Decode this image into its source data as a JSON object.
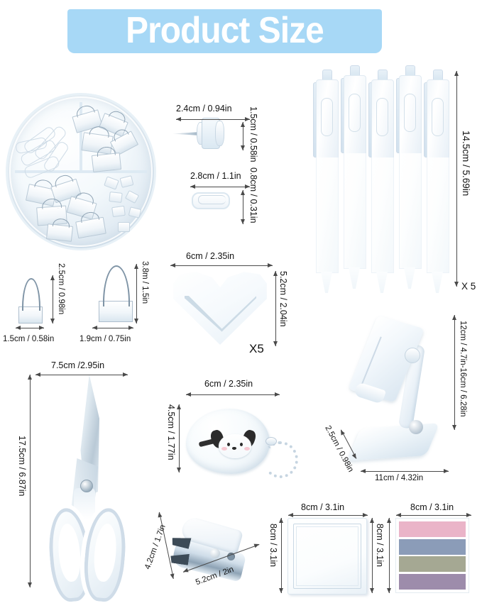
{
  "header": {
    "title": "Product Size",
    "banner_color": "#a7d8f6",
    "title_color": "#ffffff"
  },
  "products": {
    "organizer": {
      "name": "round clip organizer box"
    },
    "push_pin": {
      "width": "2.4cm / 0.94in",
      "height": "1.5cm / 0.58in"
    },
    "paper_clip": {
      "width": "2.8cm / 1.1in",
      "height": "0.8cm / 0.31in"
    },
    "pens": {
      "height": "14.5cm / 5.69in",
      "quantity": "X 5"
    },
    "binder_clip_small": {
      "width": "1.5cm / 0.58in",
      "height": "2.5cm / 0.98in"
    },
    "binder_clip_large": {
      "width": "1.9cm / 0.75in",
      "height": "3.8m / 1.5in"
    },
    "heart_note": {
      "width": "6cm / 2.35in",
      "height": "5.2cm / 2.04in",
      "quantity": "X5"
    },
    "scissors": {
      "width": "7.5cm /2.95in",
      "height": "17.5cm / 6.87in"
    },
    "keychain": {
      "width": "6cm / 2.35in",
      "height": "4.5cm / 1.77in"
    },
    "phone_stand": {
      "height": "12cm / 4.7in-16cm / 6.28in",
      "width": "11cm / 4.32in",
      "depth": "2.5cm / 0.98in"
    },
    "staple_remover": {
      "height": "4.2cm / 1.7in",
      "width": "5.2cm / 2in"
    },
    "memo_pad": {
      "width": "8cm / 3.1in",
      "height_left": "8cm / 3.1in",
      "height_right": "8cm / 3.1in"
    },
    "index_tabs": {
      "width": "8cm / 3.1in",
      "height": "8cm / 3.1in",
      "colors": [
        "#eab4c8",
        "#8b9cb8",
        "#a5a893",
        "#9d8cab"
      ]
    }
  }
}
